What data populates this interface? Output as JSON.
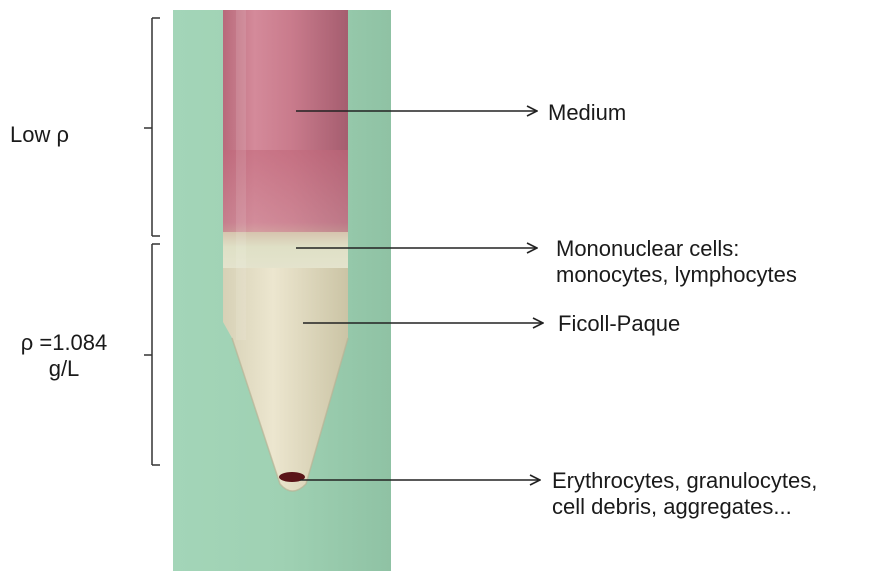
{
  "colors": {
    "background": "#ffffff",
    "photo_background": "#9fd1b3",
    "medium_layer": "#c97b8c",
    "mononuclear_band": "#d9dcc0",
    "ficoll_layer": "#e6e1c9",
    "pellet": "#5a1418",
    "arrow": "#222222"
  },
  "brackets": {
    "low_density": {
      "label": "Low ρ"
    },
    "high_density": {
      "label_line1": "ρ =1.084",
      "label_line2": "g/L"
    }
  },
  "layers": [
    {
      "id": "medium",
      "label_lines": [
        "Medium"
      ]
    },
    {
      "id": "mononuclear",
      "label_lines": [
        "Mononuclear cells:",
        "monocytes, lymphocytes"
      ]
    },
    {
      "id": "ficoll",
      "label_lines": [
        "Ficoll-Paque"
      ]
    },
    {
      "id": "pellet",
      "label_lines": [
        "Erythrocytes, granulocytes,",
        "cell debris, aggregates..."
      ]
    }
  ]
}
